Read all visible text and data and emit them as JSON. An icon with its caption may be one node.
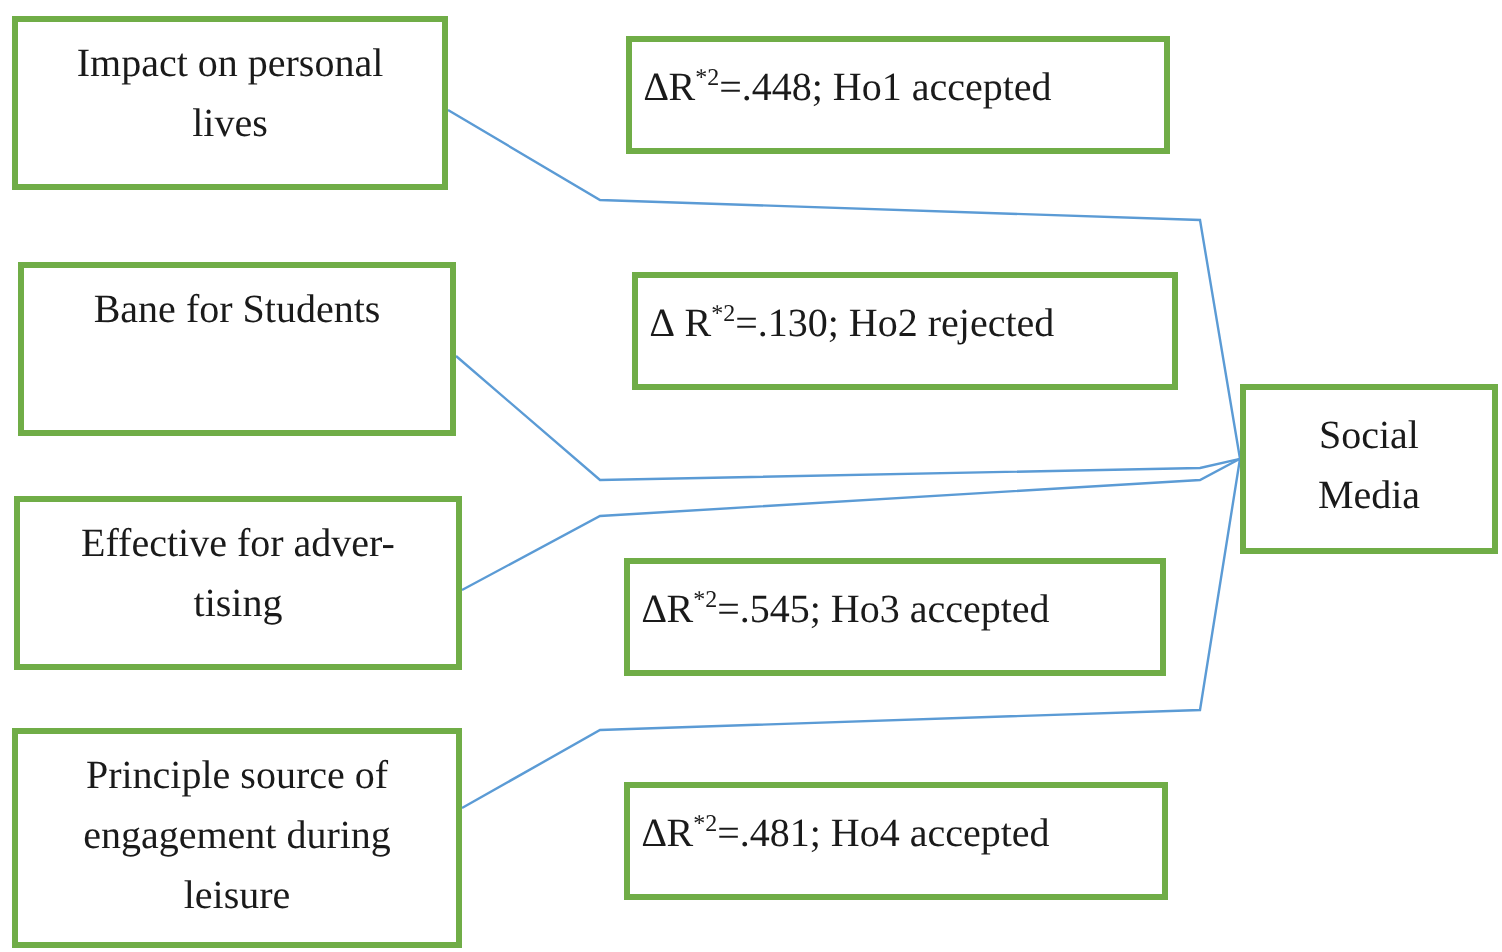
{
  "diagram": {
    "nodes": [
      {
        "text": [
          "Impact on personal lives"
        ]
      },
      {
        "text": [
          "∆R$^{*2}$=.448; Ho1 accepted"
        ]
      },
      {
        "text": [
          "Bane for Students"
        ]
      },
      {
        "text": [
          "∆ R$^{*2}$=.130; Ho2 rejected"
        ]
      },
      {
        "text": [
          "Social Media"
        ]
      },
      {
        "text": [
          "Effective for adver- tising"
        ]
      },
      {
        "text": [
          "∆R$^{*2}$=.545; Ho3 accepted"
        ]
      },
      {
        "text": [
          "Principle source of engagement during leisure"
        ]
      },
      {
        "text": [
          "∆R$^{*2}$=.481; Ho4 accepted"
        ]
      }
    ],
    "edges": [
      {
        "from": 0,
        "to": 4,
        "arrow": "none"
      },
      {
        "from": 2,
        "to": 4,
        "arrow": "none"
      },
      {
        "from": 5,
        "to": 4,
        "arrow": "none"
      },
      {
        "from": 7,
        "to": 4,
        "arrow": "none"
      }
    ]
  }
}
